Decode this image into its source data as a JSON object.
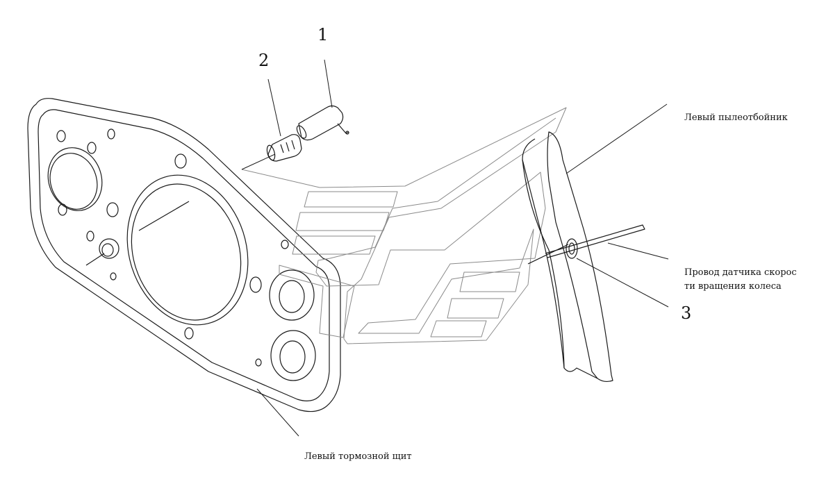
{
  "callouts": {
    "n1": "1",
    "n2": "2",
    "n3": "3"
  },
  "labels": {
    "dust_shield": "Левый пылеотбойник",
    "sensor_wire_line1": "Провод датчика скорос",
    "sensor_wire_line2": "ти вращения колеса",
    "brake_shield": "Левый тормозной щит"
  },
  "colors": {
    "line": "#1a1a1a",
    "ghost": "#8a8a8a",
    "background": "#ffffff"
  }
}
